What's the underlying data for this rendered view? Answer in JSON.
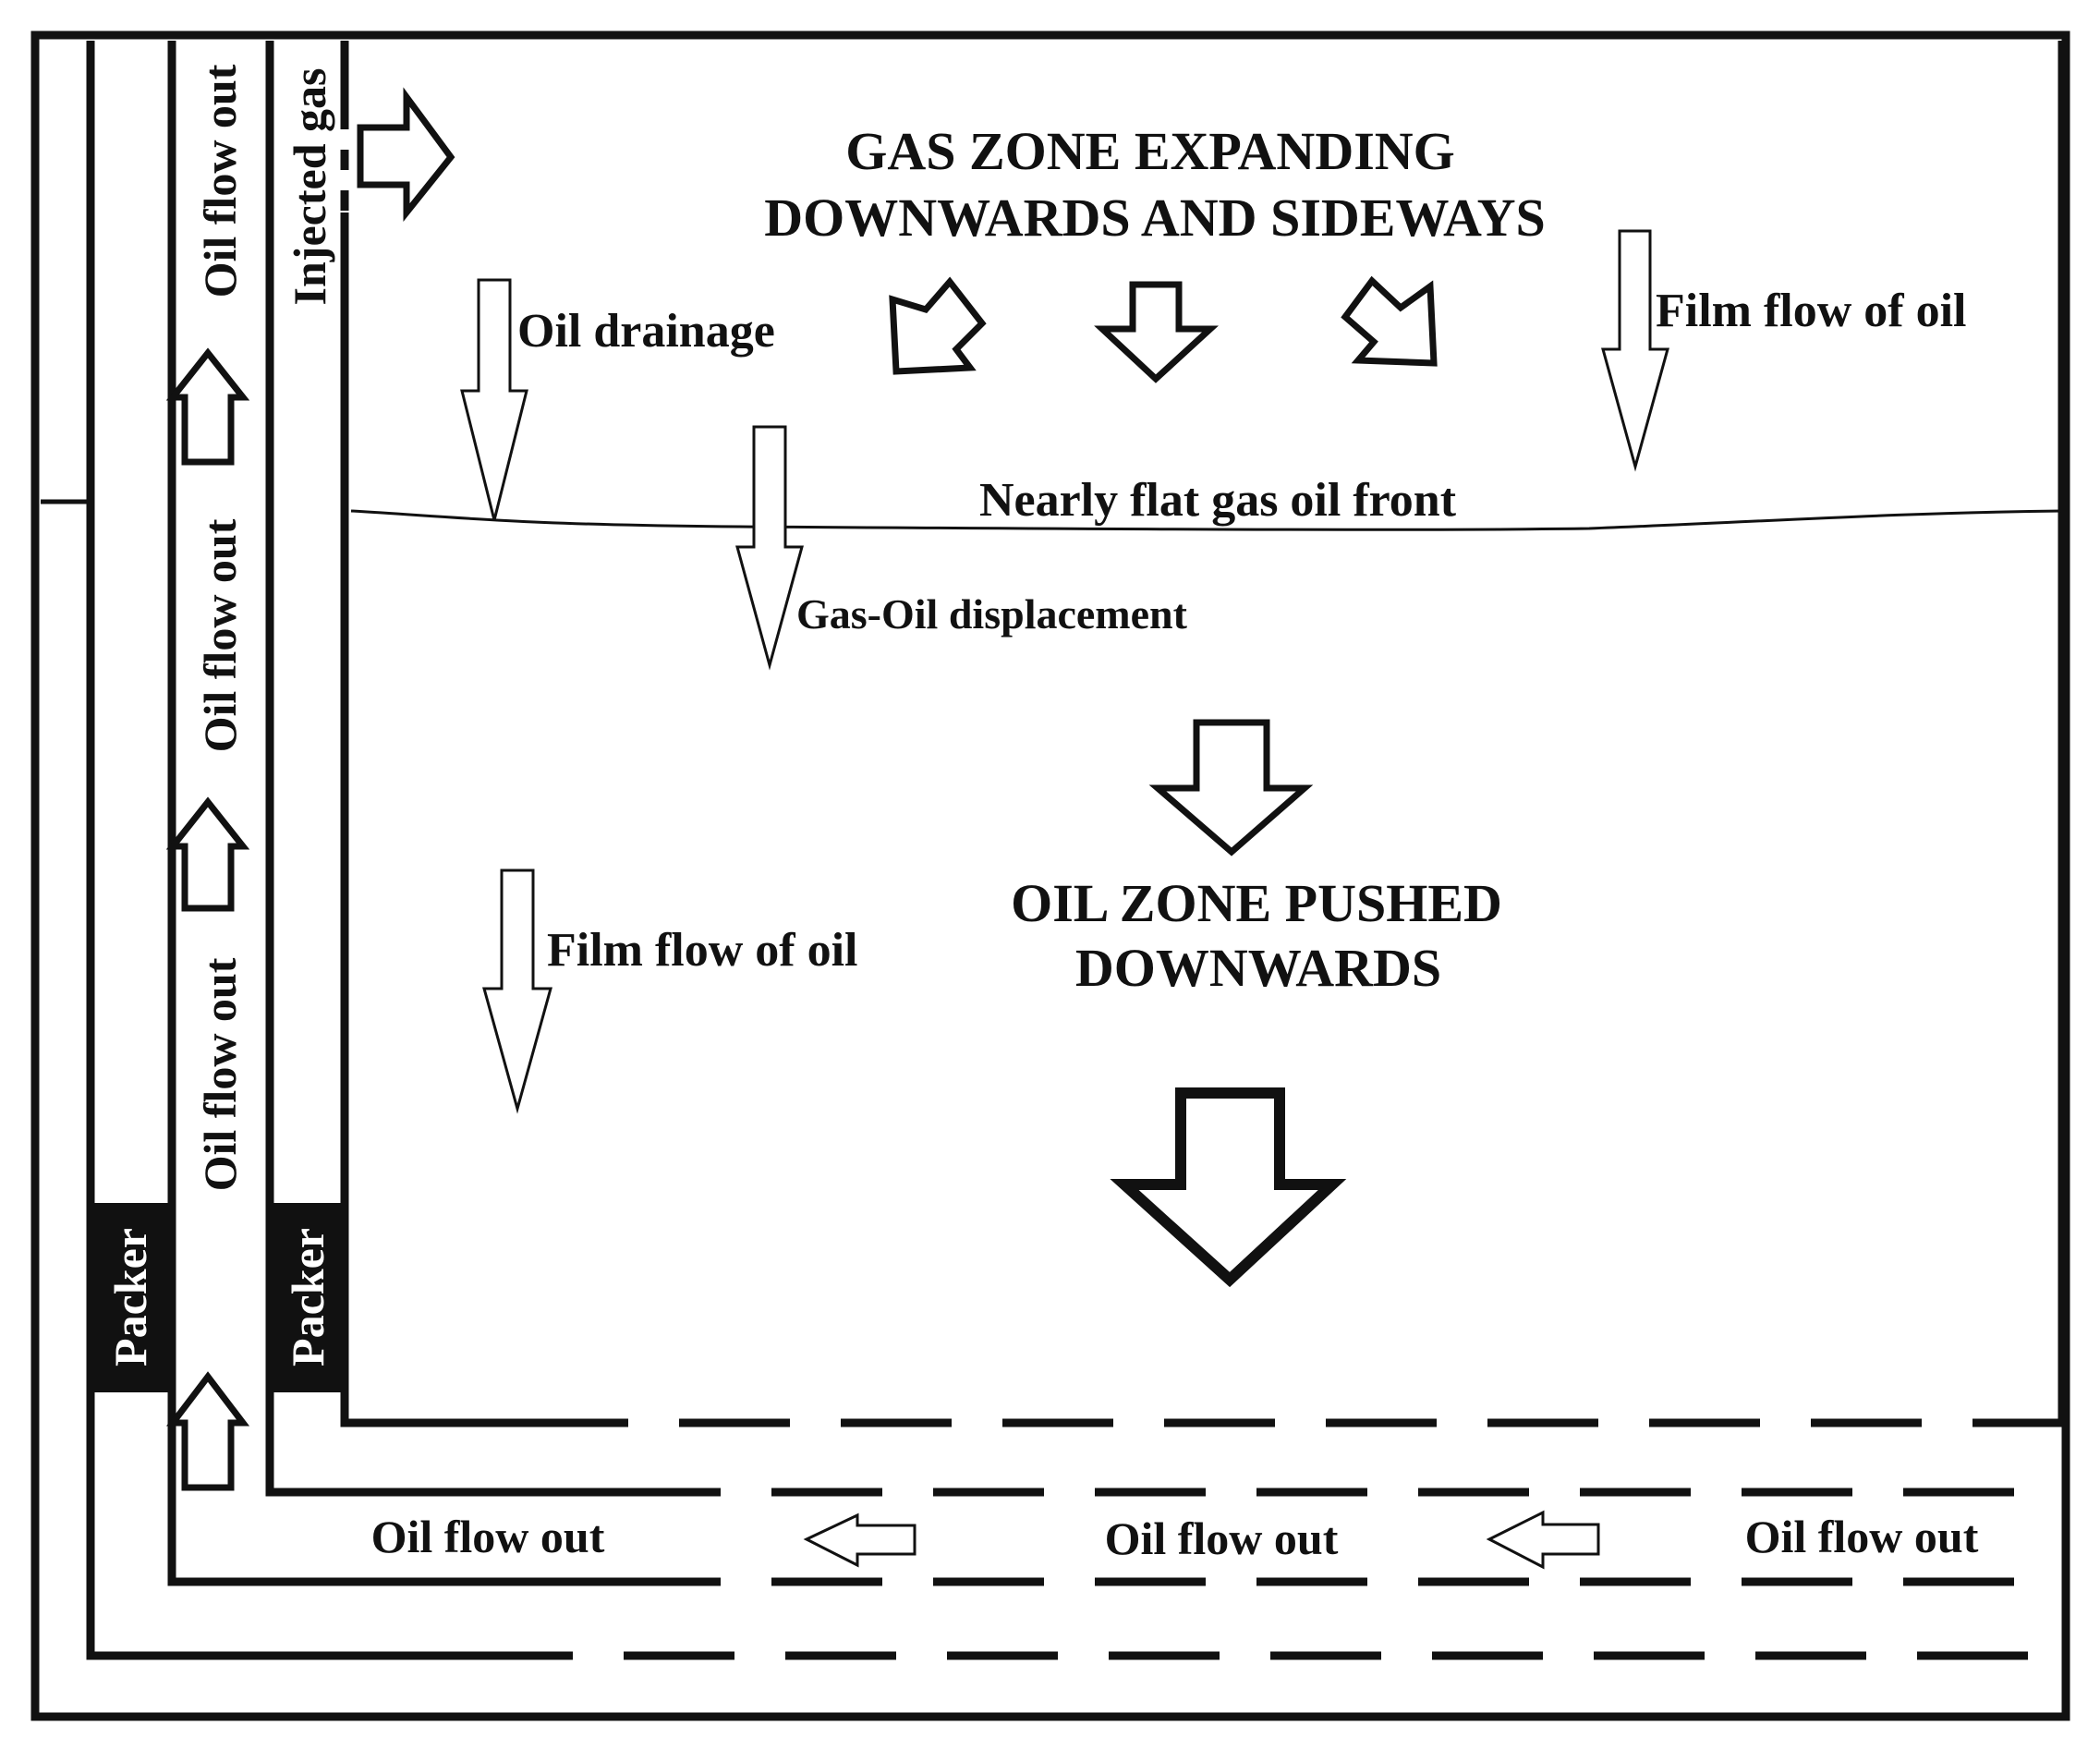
{
  "labels": {
    "gas_zone_line1": "GAS ZONE EXPANDING",
    "gas_zone_line2": "DOWNWARDS AND SIDEWAYS",
    "oil_drainage": "Oil drainage",
    "film_flow_top": "Film flow of oil",
    "film_flow_mid": "Film flow of oil",
    "front": "Nearly flat gas oil front",
    "displacement": "Gas-Oil displacement",
    "oil_zone_line1": "OIL ZONE PUSHED",
    "oil_zone_line2": "DOWNWARDS",
    "injected_gas": "Injected gas",
    "oil_flow_out_v1": "Oil flow out",
    "oil_flow_out_v2": "Oil flow out",
    "oil_flow_out_v3": "Oil flow out",
    "oil_flow_out_h1": "Oil flow out",
    "oil_flow_out_h2": "Oil flow out",
    "oil_flow_out_h3": "Oil flow out",
    "packer_left": "Packer",
    "packer_right": "Packer"
  },
  "colors": {
    "line": "#111111",
    "background": "#ffffff",
    "packer": "#111111"
  }
}
